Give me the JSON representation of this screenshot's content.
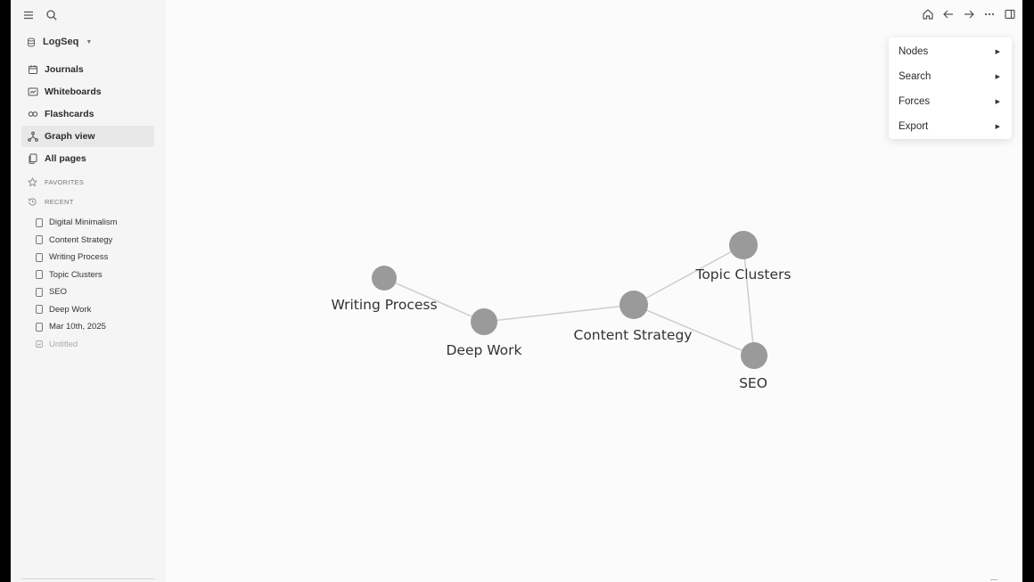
{
  "sidebar": {
    "graph_name": "LogSeq",
    "nav": [
      {
        "label": "Journals",
        "icon": "calendar-icon"
      },
      {
        "label": "Whiteboards",
        "icon": "whiteboard-icon"
      },
      {
        "label": "Flashcards",
        "icon": "infinity-icon"
      },
      {
        "label": "Graph view",
        "icon": "hierarchy-icon",
        "active": true
      },
      {
        "label": "All pages",
        "icon": "pages-icon"
      }
    ],
    "favorites_label": "FAVORITES",
    "recent_label": "RECENT",
    "recent": [
      "Digital Minimalism",
      "Content Strategy",
      "Writing Process",
      "Topic Clusters",
      "SEO",
      "Deep Work",
      "Mar 10th, 2025",
      "Untitled"
    ]
  },
  "menu": {
    "items": [
      "Nodes",
      "Search",
      "Forces",
      "Export"
    ]
  },
  "graph": {
    "nodes": [
      {
        "id": "writing",
        "label": "Writing Process"
      },
      {
        "id": "deep",
        "label": "Deep Work"
      },
      {
        "id": "content",
        "label": "Content Strategy"
      },
      {
        "id": "topic",
        "label": "Topic Clusters"
      },
      {
        "id": "seo",
        "label": "SEO"
      }
    ],
    "edges": [
      [
        "writing",
        "deep"
      ],
      [
        "deep",
        "content"
      ],
      [
        "content",
        "topic"
      ],
      [
        "content",
        "seo"
      ],
      [
        "topic",
        "seo"
      ]
    ]
  },
  "colors": {
    "node": "#9a9a9a",
    "edge": "#cdcdcd",
    "sidebar_bg": "#f5f5f5",
    "canvas_bg": "#fbfbfb"
  }
}
